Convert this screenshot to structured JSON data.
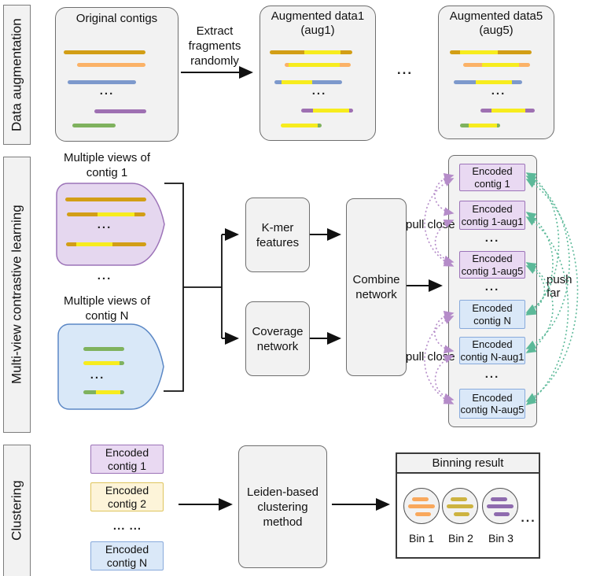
{
  "colors": {
    "bar-gold": "#D29E16",
    "bar-orange": "#FBB267",
    "bar-blue": "#7D99CC",
    "bar-purple": "#9E70B2",
    "bar-green": "#7FB25E",
    "bar-yellow": "#F7EC1E",
    "box-fill": "#F2F2F2",
    "box-border": "#6E6E6E",
    "enc-purple-fill": "#E9D9F2",
    "enc-purple-border": "#9C73B8",
    "enc-blue-fill": "#DAE8F8",
    "enc-blue-border": "#88AADC",
    "enc-yellow-fill": "#FDF4D9",
    "enc-yellow-border": "#DFC55E",
    "blob-purple-fill": "#E5D7EF",
    "blob-purple-border": "#9C73B8",
    "blob-blue-fill": "#D9E8F8",
    "blob-blue-border": "#5B87C5",
    "arc-purple": "#B58CC9",
    "arc-teal": "#5CB999",
    "bin1-bar": "#F9A85C",
    "bin2-bar": "#CDB340",
    "bin3-bar": "#8E6BAE",
    "arrow-black": "#111111"
  },
  "glyphs": {
    "ellipsis": "...",
    "double_ellipsis": "...  ..."
  },
  "sections": {
    "augmentation": "Data augmentation",
    "contrastive": "Multi-view contrastive learning",
    "clustering": "Clustering"
  },
  "augmentation": {
    "original_title": "Original contigs",
    "extract_label": "Extract fragments randomly",
    "aug1_title": "Augmented data1",
    "aug1_sub": "(aug1)",
    "aug5_title": "Augmented data5",
    "aug5_sub": "(aug5)"
  },
  "contrastive": {
    "views1_label": "Multiple views of contig 1",
    "viewsN_label": "Multiple views of contig N",
    "kmer_box": "K-mer features",
    "coverage_box": "Coverage network",
    "combine_box": "Combine network",
    "pull_close": "pull close",
    "push_far": "push far",
    "encoded": [
      "Encoded contig 1",
      "Encoded contig 1-aug1",
      "Encoded contig 1-aug5",
      "Encoded contig N",
      "Encoded contig N-aug1",
      "Encoded contig N-aug5"
    ]
  },
  "clustering": {
    "encoded": [
      "Encoded contig 1",
      "Encoded contig 2",
      "Encoded contig N"
    ],
    "leiden_box": "Leiden-based clustering method",
    "binning_title": "Binning result",
    "bins": [
      "Bin 1",
      "Bin 2",
      "Bin 3"
    ]
  }
}
